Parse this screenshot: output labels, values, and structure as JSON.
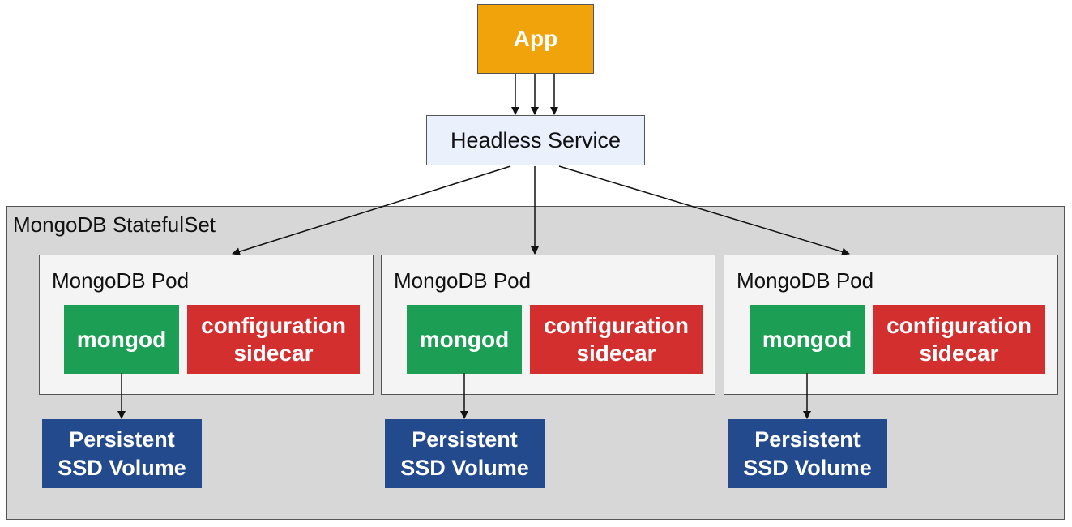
{
  "app": {
    "label": "App"
  },
  "service": {
    "label": "Headless Service"
  },
  "statefulset": {
    "label": "MongoDB StatefulSet"
  },
  "pods": [
    {
      "label": "MongoDB Pod",
      "container": "mongod",
      "sidecar_line1": "configuration",
      "sidecar_line2": "sidecar",
      "volume_line1": "Persistent",
      "volume_line2": "SSD Volume"
    },
    {
      "label": "MongoDB Pod",
      "container": "mongod",
      "sidecar_line1": "configuration",
      "sidecar_line2": "sidecar",
      "volume_line1": "Persistent",
      "volume_line2": "SSD Volume"
    },
    {
      "label": "MongoDB Pod",
      "container": "mongod",
      "sidecar_line1": "configuration",
      "sidecar_line2": "sidecar",
      "volume_line1": "Persistent",
      "volume_line2": "SSD Volume"
    }
  ],
  "colors": {
    "app": "#f0a30a",
    "service": "#eaf1fd",
    "statefulset": "#d7d7d7",
    "pod": "#f4f4f4",
    "mongod": "#1d9e55",
    "sidecar": "#d32f2f",
    "volume": "#234a8d"
  }
}
